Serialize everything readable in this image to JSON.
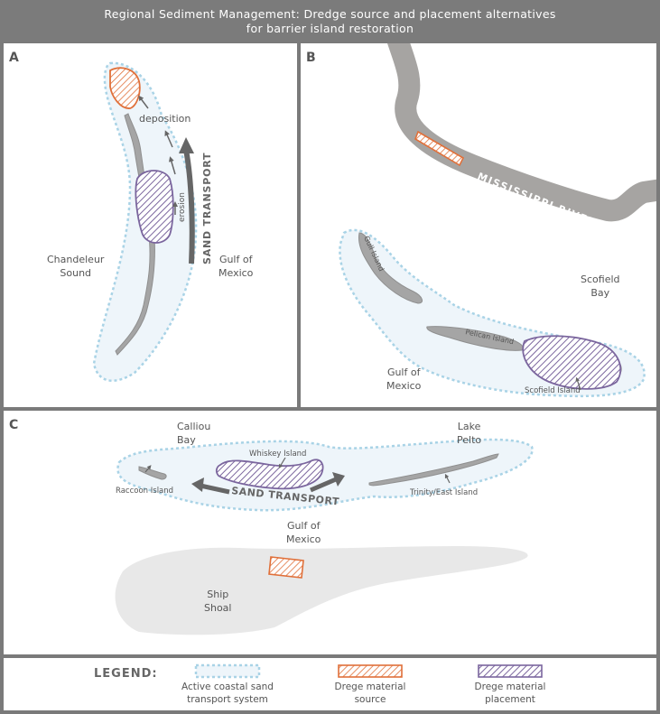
{
  "title": {
    "line1": "Regional Sediment Management: Dredge source and placement alternatives",
    "line2": "for barrier island restoration"
  },
  "colors": {
    "background": "#7b7b7b",
    "transport_fill": "#eef5fa",
    "transport_stroke": "#a9d3e6",
    "source": "#e0703a",
    "placement": "#7b669e",
    "island": "#a5a5a5",
    "river": "#a6a4a2",
    "shoal": "#e8e8e8"
  },
  "panel_a": {
    "label": "A",
    "deposition": "deposition",
    "erosion": "erosion",
    "sand_transport": "SAND TRANSPORT",
    "sound_line1": "Chandeleur",
    "sound_line2": "Sound",
    "gulf_line1": "Gulf of",
    "gulf_line2": "Mexico"
  },
  "panel_b": {
    "label": "B",
    "river": "MISSISSIPPI RIVER",
    "bay_line1": "Scofield",
    "bay_line2": "Bay",
    "gulf_line1": "Gulf of",
    "gulf_line2": "Mexico",
    "gull_island": "Gull Island",
    "pelican_island": "Pelican Island",
    "scofield_island": "Scofield Island"
  },
  "panel_c": {
    "label": "C",
    "calliou_line1": "Calliou",
    "calliou_line2": "Bay",
    "lake_line1": "Lake",
    "lake_line2": "Pelto",
    "whiskey_island": "Whiskey Island",
    "raccoon_island": "Raccoon Island",
    "trinity_island": "Trinity/East Island",
    "sand_transport": "SAND TRANSPORT",
    "gulf_line1": "Gulf of",
    "gulf_line2": "Mexico",
    "shoal_line1": "Ship",
    "shoal_line2": "Shoal"
  },
  "legend": {
    "title": "LEGEND:",
    "transport_line1": "Active coastal sand",
    "transport_line2": "transport system",
    "source_line1": "Drege material",
    "source_line2": "source",
    "placement_line1": "Drege material",
    "placement_line2": "placement"
  }
}
